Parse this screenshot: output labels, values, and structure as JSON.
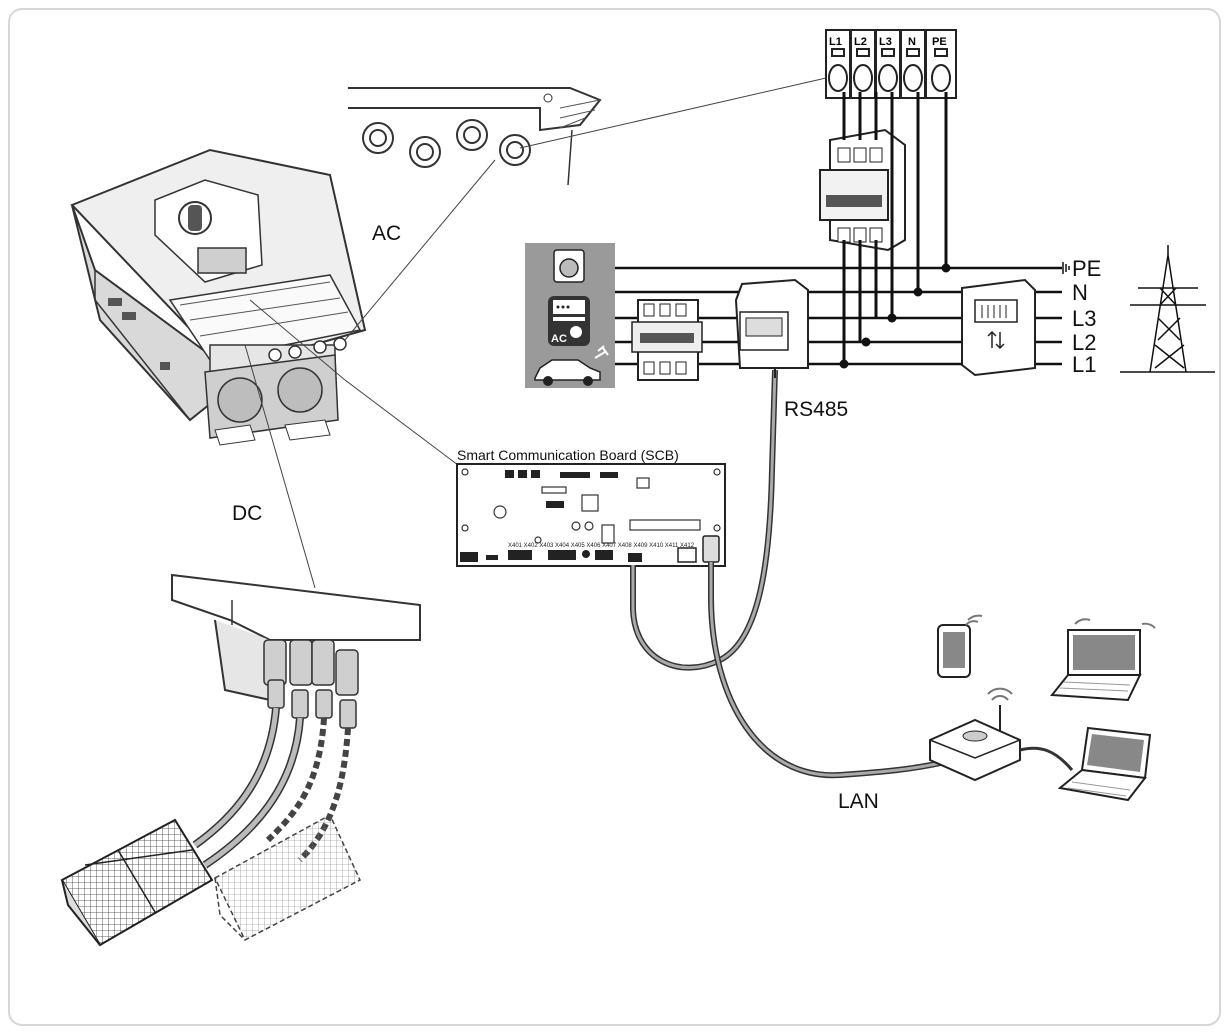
{
  "labels": {
    "ac": "AC",
    "dc": "DC",
    "rs485": "RS485",
    "lan": "LAN",
    "scb_title": "Smart Communication Board (SCB)"
  },
  "bus_lines": [
    "PE",
    "N",
    "L3",
    "L2",
    "L1"
  ],
  "terminals": [
    "L1",
    "L2",
    "L3",
    "N",
    "PE"
  ],
  "consumer_panel_texts": {
    "ac_tag": "AC"
  },
  "scb_header_text": "X401 X402 X403 X404 X405 X406 X407 X408 X409 X410 X411 X412"
}
